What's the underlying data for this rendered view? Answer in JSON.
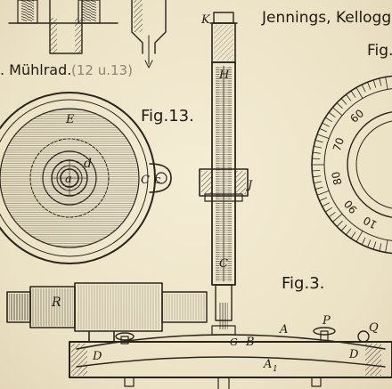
{
  "header": {
    "title_fragment": "Jennings, Kellogg",
    "fig_fragment": "Fig."
  },
  "left_caption": {
    "name_fragment": ". Mühlrad.",
    "scale": "(12 u.13)"
  },
  "figures": {
    "fig13": "Fig.13.",
    "fig3": "Fig.3."
  },
  "letters": {
    "K": "K",
    "H": "H",
    "J": "J",
    "C": "C",
    "E": "E",
    "d": "d",
    "a": "a",
    "c": "c",
    "Cc": "C",
    "R": "R",
    "A": "A",
    "A1": "A",
    "A1_sub": "1",
    "B": "B",
    "G": "G",
    "P": "P",
    "Q": "Q",
    "D_left": "D",
    "D_right": "D"
  },
  "dial": {
    "numbers": [
      "60",
      "70",
      "80",
      "90",
      "10"
    ]
  },
  "colors": {
    "paper": "#efe6cc",
    "ink": "#2a241c"
  }
}
